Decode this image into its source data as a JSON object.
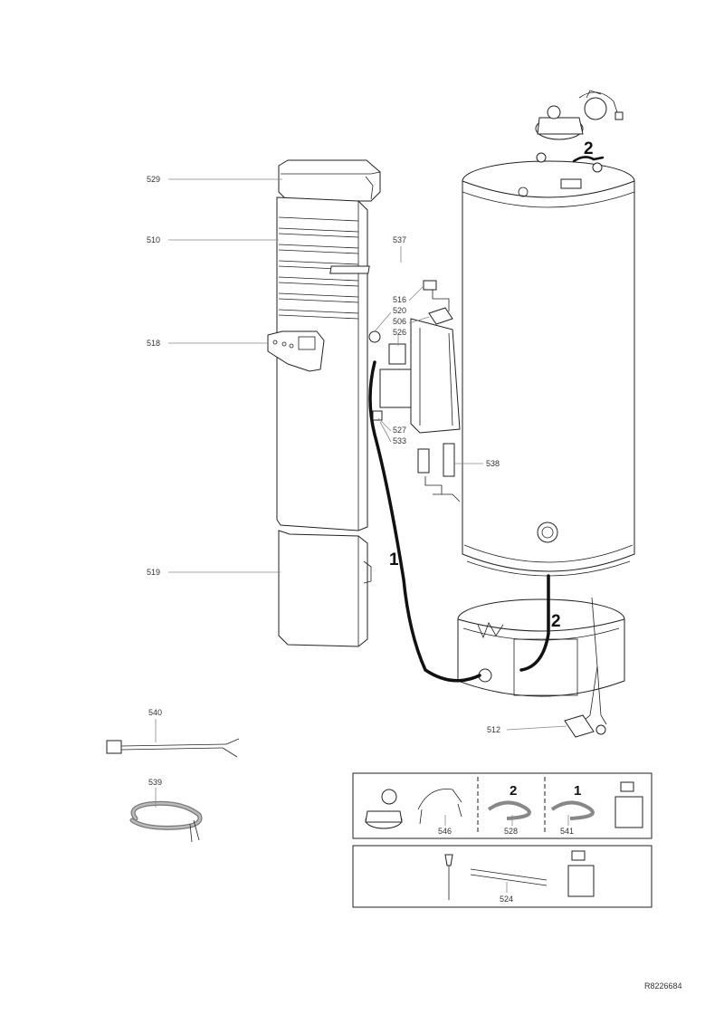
{
  "callouts": {
    "c529": "529",
    "c510": "510",
    "c518": "518",
    "c519": "519",
    "c537": "537",
    "c516": "516",
    "c520": "520",
    "c506": "506",
    "c526": "526",
    "c527": "527",
    "c533": "533",
    "c538": "538",
    "c512": "512",
    "c540": "540",
    "c539": "539",
    "c546": "546",
    "c528": "528",
    "c541": "541",
    "c524": "524"
  },
  "cable_labels": {
    "cable1": "1",
    "cable2_top": "2",
    "cable2_bottom": "2",
    "kit2": "2",
    "kit1": "1"
  },
  "reference": "R8226684"
}
